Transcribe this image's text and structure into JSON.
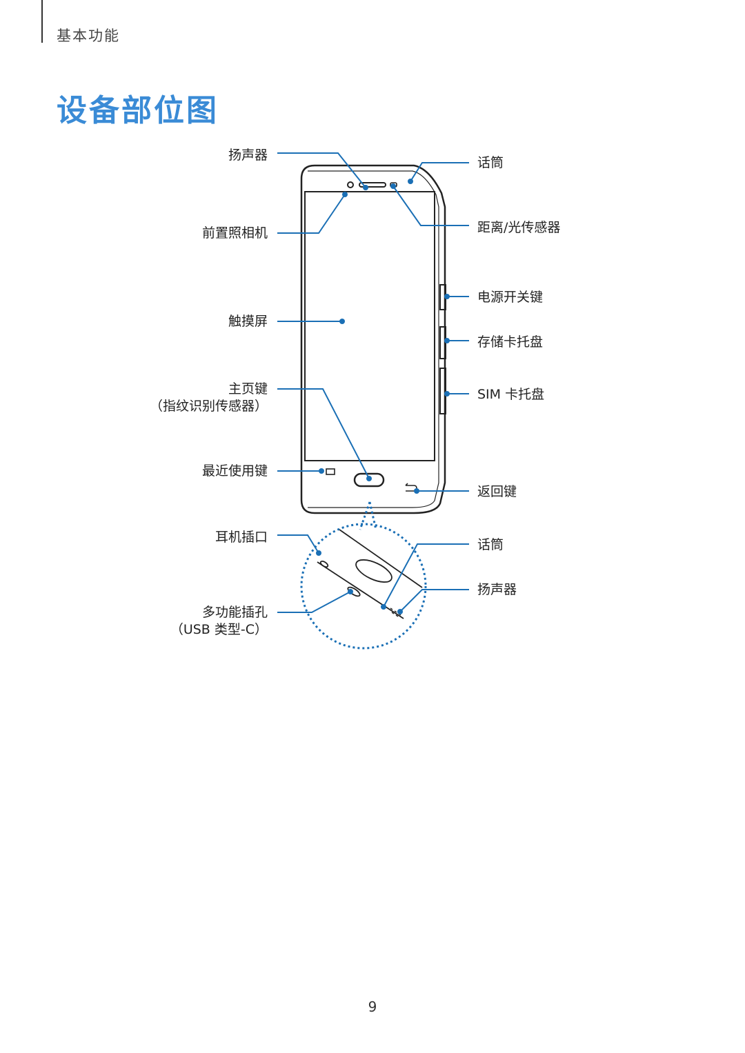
{
  "header": {
    "section": "基本功能"
  },
  "title": "设备部位图",
  "labels": {
    "left": {
      "speaker": "扬声器",
      "front_camera": "前置照相机",
      "touchscreen": "触摸屏",
      "home_key": "主页键",
      "home_key_note": "（指纹识别传感器）",
      "recent_key": "最近使用键",
      "headset_jack": "耳机插口",
      "multipurpose_jack": "多功能插孔",
      "multipurpose_jack_note": "（USB 类型-C）"
    },
    "right": {
      "microphone_top": "话筒",
      "proximity_sensor": "距离/光传感器",
      "power_key": "电源开关键",
      "memory_tray": "存储卡托盘",
      "sim_tray": "SIM 卡托盘",
      "back_key": "返回键",
      "microphone_bottom": "话筒",
      "speaker_bottom": "扬声器"
    }
  },
  "colors": {
    "accent": "#3a8bd6",
    "leader": "#1a6fb5",
    "outline": "#222222"
  },
  "page_number": "9"
}
